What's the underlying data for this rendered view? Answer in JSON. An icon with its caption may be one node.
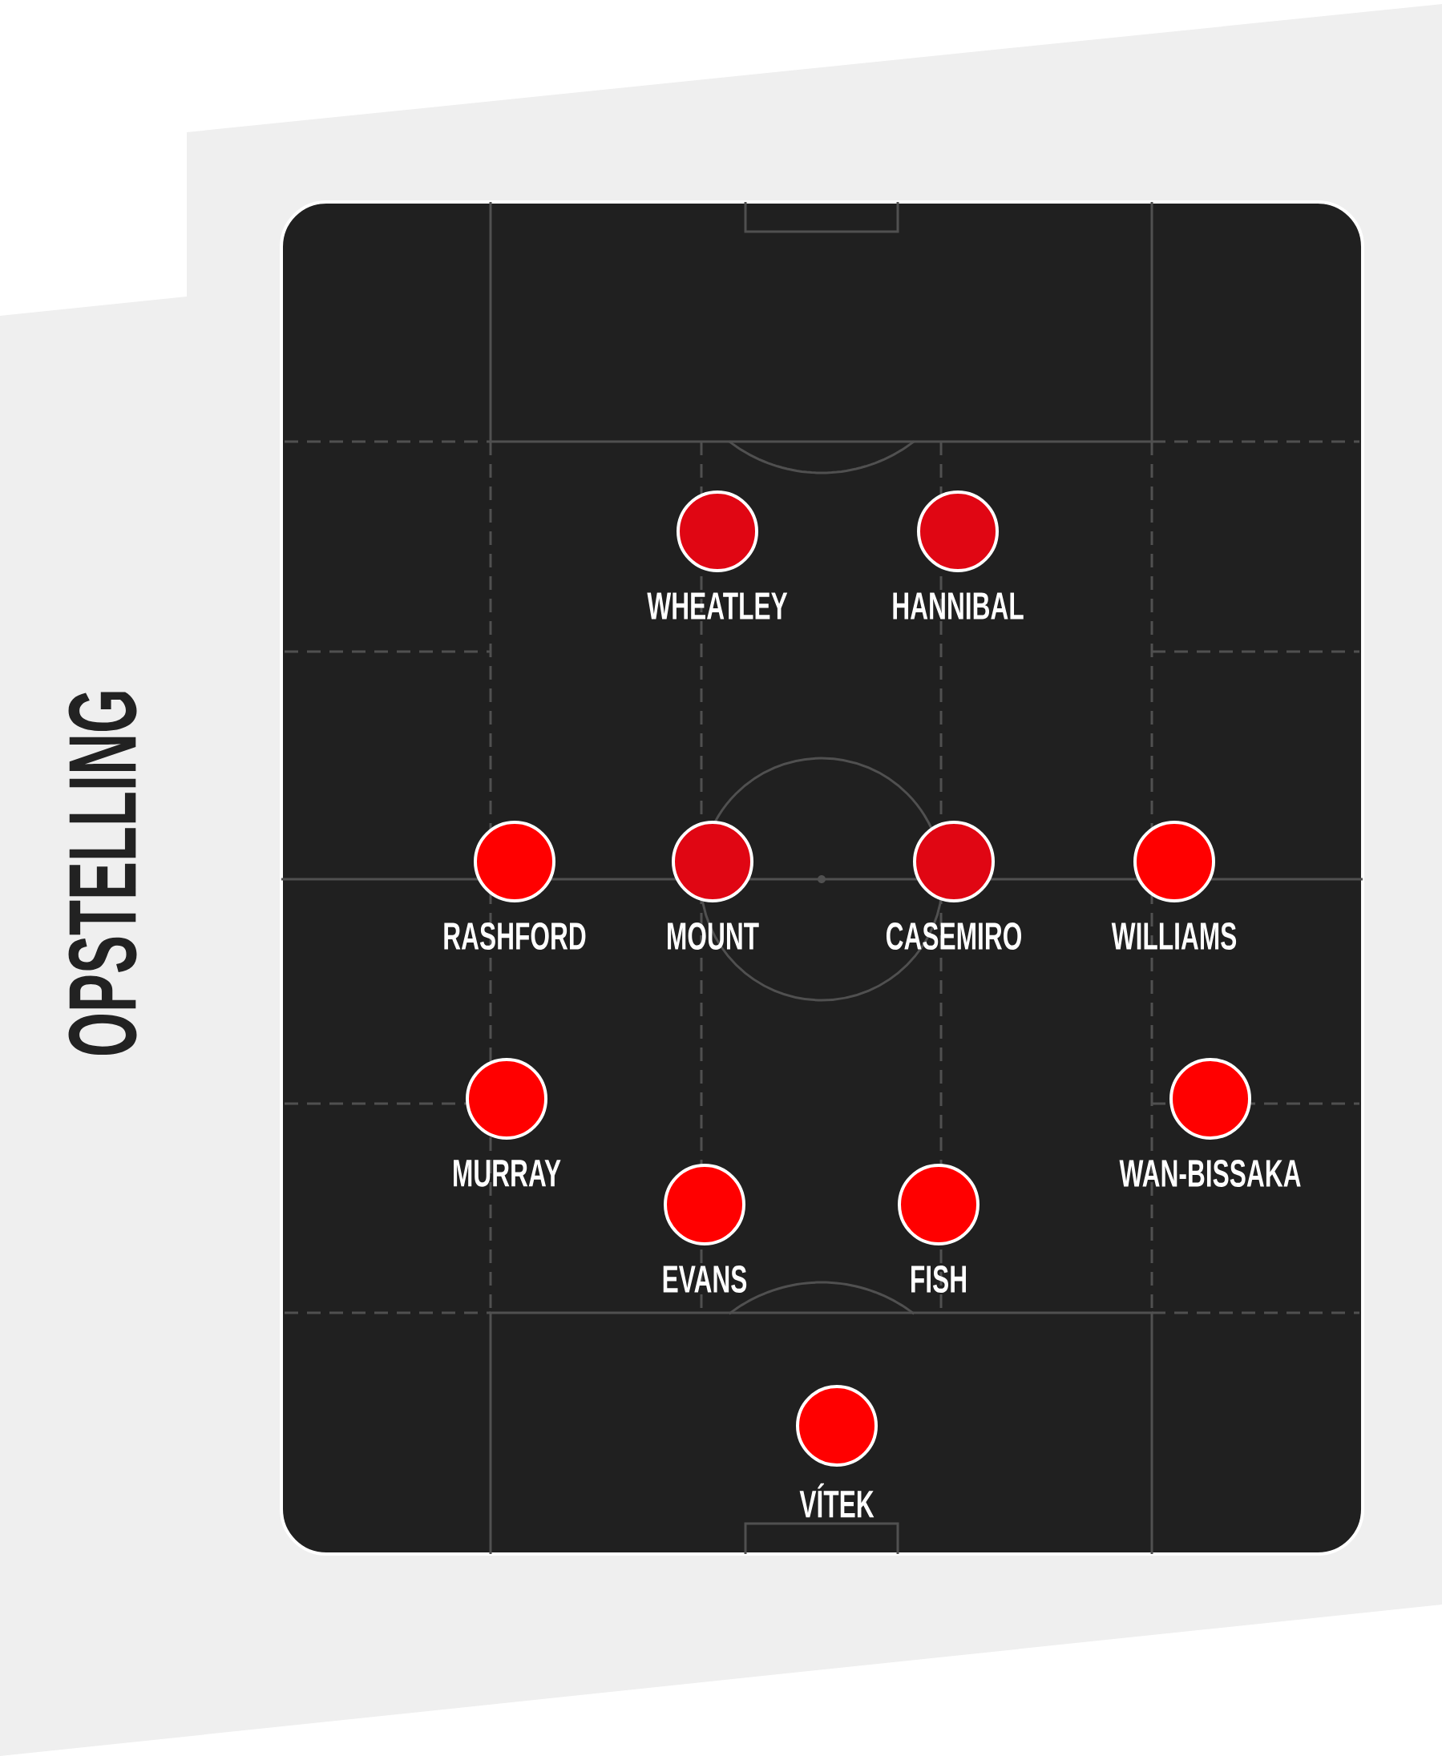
{
  "diagram": {
    "title": "OPSTELLING",
    "nodes": [
      {
        "text": [],
        "shape": "circle",
        "beside": [
          "WHEATLEY"
        ]
      },
      {
        "text": [],
        "shape": "circle",
        "beside": [
          "HANNIBAL"
        ]
      },
      {
        "text": [],
        "shape": "circle",
        "beside": [
          "RASHFORD"
        ]
      },
      {
        "text": [],
        "shape": "circle",
        "beside": [
          "MOUNT"
        ]
      },
      {
        "text": [],
        "shape": "circle",
        "beside": [
          "CASEMIRO"
        ]
      },
      {
        "text": [],
        "shape": "circle",
        "beside": [
          "WILLIAMS"
        ]
      },
      {
        "text": [],
        "shape": "circle",
        "beside": [
          "MURRAY"
        ]
      },
      {
        "text": [],
        "shape": "circle",
        "beside": [
          "WAN-BISSAKA"
        ]
      },
      {
        "text": [],
        "shape": "circle",
        "beside": [
          "EVANS"
        ]
      },
      {
        "text": [],
        "shape": "circle",
        "beside": [
          "FISH"
        ]
      },
      {
        "text": [],
        "shape": "circle",
        "beside": [
          "VÍTEK"
        ]
      }
    ]
  }
}
